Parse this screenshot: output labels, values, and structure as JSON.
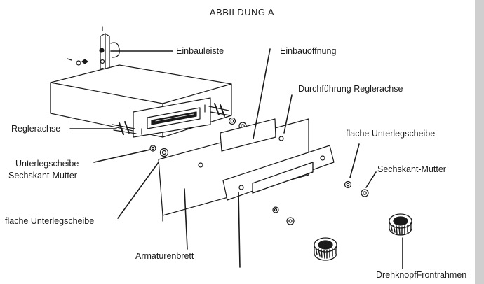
{
  "title": "ABBILDUNG A",
  "labels": {
    "einbauleiste": "Einbauleiste",
    "einbauoeffnung": "Einbauöffnung",
    "durchfuehrung": "Durchführung Reglerachse",
    "reglerachse": "Reglerachse",
    "unterlegscheibe": "Unterlegscheibe",
    "sechskant_left": "Sechskant-Mutter",
    "flache_left": "flache Unterlegscheibe",
    "flache_right": "flache Unterlegscheibe",
    "sechskant_right": "Sechskant-Mutter",
    "armaturenbrett": "Armaturenbrett",
    "drehknopf": "DrehknopfFrontrahmen"
  },
  "colors": {
    "ink": "#1a1a1a",
    "panel": "#ffffff",
    "edge": "#cfcfcf"
  }
}
